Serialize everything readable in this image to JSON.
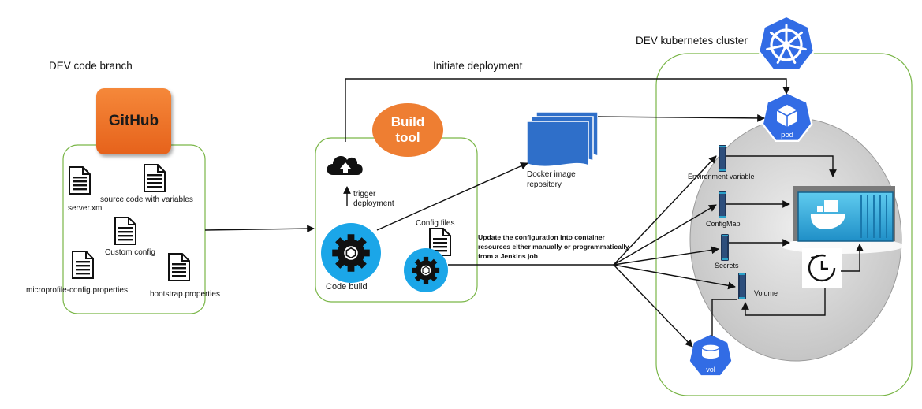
{
  "labels": {
    "dev_code_branch": "DEV code branch",
    "initiate_deployment": "Initiate deployment",
    "dev_cluster": "DEV kubernetes cluster",
    "github": "GitHub",
    "build_tool_line1": "Build",
    "build_tool_line2": "tool",
    "server_xml": "server.xml",
    "source_code": "source code with variables",
    "custom_config": "Custom config",
    "microprofile": "microprofile-config.properties",
    "bootstrap": "bootstrap.properties",
    "trigger_line1": "trigger",
    "trigger_line2": "deployment",
    "code_build": "Code build",
    "config_files": "Config files",
    "docker_repo_line1": "Docker image",
    "docker_repo_line2": "repository",
    "update_line1": "Update the configuration into container",
    "update_line2": "resources either manually or programmatically",
    "update_line3": "from a Jenkins job",
    "pod": "pod",
    "env_var": "Environment variable",
    "configmap": "ConfigMap",
    "secrets": "Secrets",
    "volume": "Volume",
    "vol": "vol"
  },
  "colors": {
    "group_border": "#7ab648",
    "k8s_blue": "#326ce5",
    "gear_cyan": "#1ba6e8",
    "github_orange": "#ee6b22",
    "build_tool_orange": "#ee7e32",
    "docker_repo_blue": "#2f6fc9",
    "k8s_resource_navy": "#1f3558",
    "k8s_resource_accent": "#2aa1c9",
    "container_blue": "#34b6e4"
  },
  "icons": {
    "document": "document-icon",
    "upload": "cloud-upload-icon",
    "gear": "gear-icon",
    "k8s": "kubernetes-helm-icon",
    "pod": "cube-icon",
    "vol": "cylinder-icon",
    "clock": "clock-rotate-icon",
    "container": "docker-container-icon"
  }
}
